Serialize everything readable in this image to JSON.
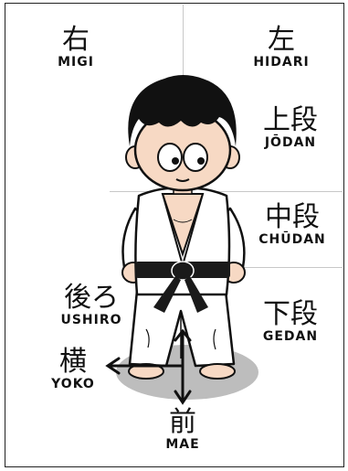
{
  "labels": {
    "migi": {
      "kanji": "右",
      "romaji": "MIGI"
    },
    "hidari": {
      "kanji": "左",
      "romaji": "HIDARI"
    },
    "jodan": {
      "kanji": "上段",
      "romaji": "JŌDAN"
    },
    "chudan": {
      "kanji": "中段",
      "romaji": "CHŪDAN"
    },
    "gedan": {
      "kanji": "下段",
      "romaji": "GEDAN"
    },
    "ushiro": {
      "kanji": "後ろ",
      "romaji": "USHIRO"
    },
    "yoko": {
      "kanji": "横",
      "romaji": "YOKO"
    },
    "mae": {
      "kanji": "前",
      "romaji": "MAE"
    }
  },
  "colors": {
    "gi": "#ffffff",
    "belt": "#1a1a1a",
    "skin": "#f7d9c4",
    "hair": "#111111",
    "shadow": "#bdbdbd",
    "grid": "#c8c8c8"
  }
}
